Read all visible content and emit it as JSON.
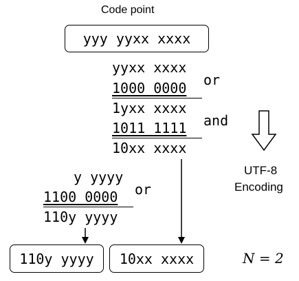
{
  "title": "Code point",
  "codepoint_box": "yyy yyxx xxxx",
  "top_calc": {
    "line1": "yyxx xxxx",
    "or_operand": "1000 0000",
    "or_label": "or",
    "result1": "1yxx xxxx",
    "and_operand": "1011 1111",
    "and_label": "and",
    "result2": "10xx xxxx"
  },
  "left_calc": {
    "line1": "y yyyy",
    "or_operand": "1100 0000",
    "or_label": "or",
    "result": "110y yyyy"
  },
  "encoding_label_line1": "UTF-8",
  "encoding_label_line2": "Encoding",
  "output_boxes": [
    "110y yyyy",
    "10xx xxxx"
  ],
  "n_label": "N = 2"
}
